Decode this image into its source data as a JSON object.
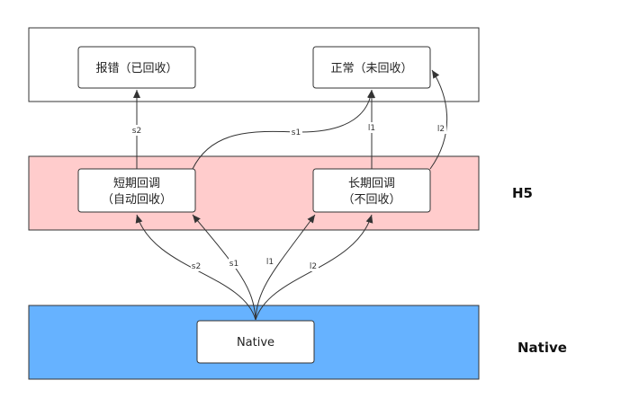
{
  "colors": {
    "h5_lane": "#ffcccc",
    "native_lane": "#66b2ff",
    "top_lane": "#ffffff",
    "box_fill": "#ffffff",
    "stroke": "#333333"
  },
  "lanes": {
    "h5_label": "H5",
    "native_label": "Native"
  },
  "nodes": {
    "error": "报错（已回收）",
    "normal": "正常（未回收）",
    "short_line1": "短期回调",
    "short_line2": "（自动回收）",
    "long_line1": "长期回调",
    "long_line2": "（不回收）",
    "native": "Native"
  },
  "edges": {
    "short_to_error": "s2",
    "short_to_normal": "s1",
    "long_to_normal_l1": "l1",
    "long_to_normal_l2": "l2",
    "native_to_short_s2": "s2",
    "native_to_short_s1": "s1",
    "native_to_long_l1": "l1",
    "native_to_long_l2": "l2"
  }
}
